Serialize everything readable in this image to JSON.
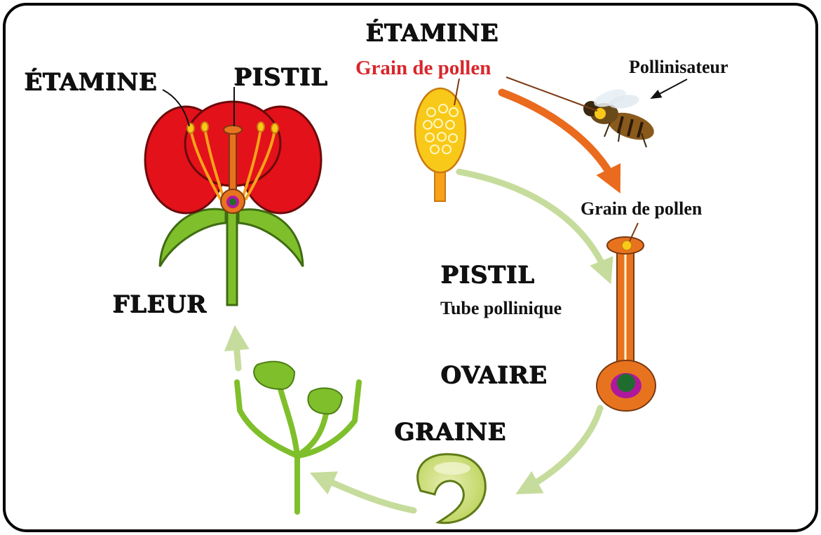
{
  "labels": {
    "etamine_left": "ÉTAMINE",
    "pistil_left": "PISTIL",
    "fleur": "FLEUR",
    "etamine_top": "ÉTAMINE",
    "grain_pollen_red": "Grain de pollen",
    "pollinisateur": "Pollinisateur",
    "grain_pollen_right": "Grain de pollen",
    "pistil_right": "PISTIL",
    "tube_pollinique": "Tube pollinique",
    "ovaire": "OVAIRE",
    "graine": "GRAINE"
  },
  "colors": {
    "petal": "#e3111a",
    "stamen": "#f7a21a",
    "pollen_yellow": "#f9c91a",
    "style_orange": "#e8731f",
    "leaf_green": "#7fbf2b",
    "cycle_arrow": "#c6dc9c",
    "pollination_arrow": "#ea6a1e",
    "ovule_magenta": "#b0189c",
    "ovule_green": "#1f6d2e",
    "seed_green": "#cde07a",
    "red_label": "#d8262b"
  },
  "icons": [
    "bee-icon",
    "flower-icon",
    "pollen-grain-icon",
    "pistil-icon",
    "seed-icon",
    "seedling-icon"
  ]
}
